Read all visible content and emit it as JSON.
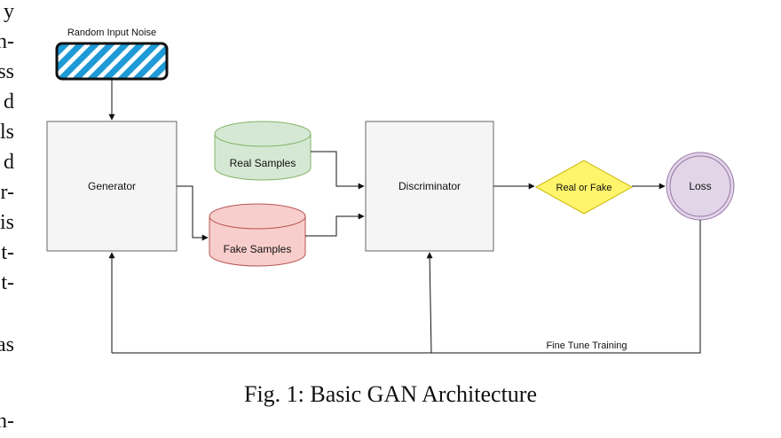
{
  "margin_fragments": [
    "y",
    "n-",
    "ss",
    "d",
    "ls",
    "d",
    "r-",
    "is",
    "t-",
    "t-",
    "as",
    "n-"
  ],
  "diagram": {
    "noise_label": "Random Input Noise",
    "generator_label": "Generator",
    "real_samples_label": "Real Samples",
    "fake_samples_label": "Fake Samples",
    "discriminator_label": "Discriminator",
    "decision_label": "Real or Fake",
    "loss_label": "Loss",
    "feedback_label": "Fine Tune Training",
    "colors": {
      "noise_fill": "#1e9ad6",
      "real_fill": "#d5e8d4",
      "real_stroke": "#82b366",
      "fake_fill": "#f8cecc",
      "fake_stroke": "#b85450",
      "decision_fill": "#fff46b",
      "decision_stroke": "#c9b400",
      "loss_fill": "#e1d5e7",
      "loss_stroke": "#9673a6",
      "box_fill": "#f5f5f5"
    }
  },
  "caption": "Fig. 1: Basic GAN Architecture"
}
